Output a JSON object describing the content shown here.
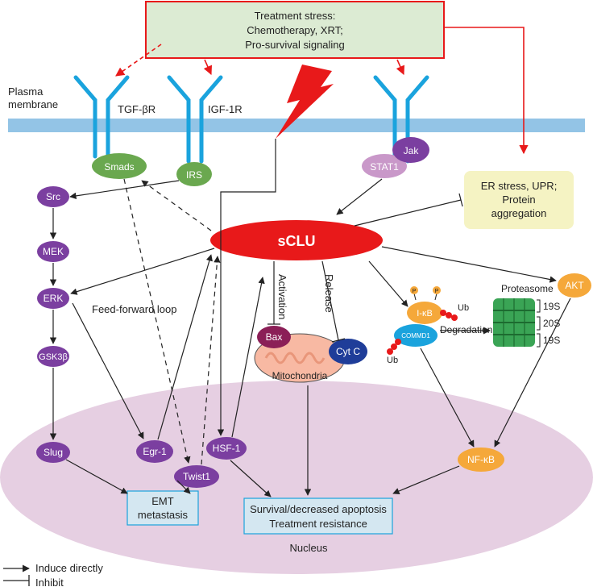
{
  "stress_box": {
    "line1": "Treatment stress:",
    "line2": "Chemotherapy, XRT;",
    "line3": "Pro-survival signaling"
  },
  "membrane": {
    "label_line1": "Plasma",
    "label_line2": "membrane"
  },
  "receptors": {
    "tgf": "TGF-βR",
    "igf": "IGF-1R"
  },
  "nodes": {
    "smads": "Smads",
    "irs": "IRS",
    "jak": "Jak",
    "stat1": "STAT1",
    "src": "Src",
    "mek": "MEK",
    "erk": "ERK",
    "gsk": "GSK3β",
    "slug": "Slug",
    "egr1": "Egr-1",
    "twist1": "Twist1",
    "hsf1": "HSF-1",
    "sclu": "sCLU",
    "bax": "Bax",
    "cytc": "Cyt C",
    "mito": "Mitochondria",
    "ikb": "I-κB",
    "commd1": "COMMD1",
    "nfkb": "NF-κB",
    "akt": "AKT",
    "p": "P"
  },
  "er_box": {
    "line1": "ER stress, UPR;",
    "line2": "Protein",
    "line3": "aggregation"
  },
  "labels": {
    "feed_forward": "Feed-forward loop",
    "activation": "Activation",
    "release": "Release",
    "ub": "Ub",
    "degradation": "Degradation",
    "proteasome": "Proteasome",
    "s19a": "19S",
    "s20": "20S",
    "s19b": "19S"
  },
  "emt_box": {
    "line1": "EMT",
    "line2": "metastasis"
  },
  "survival_box": {
    "line1": "Survival/decreased apoptosis",
    "line2": "Treatment resistance"
  },
  "nucleus": "Nucleus",
  "legend": {
    "induce": "Induce directly",
    "inhibit": "Inhibit"
  },
  "colors": {
    "purple": "#7b3fa0",
    "green": "#6aa84f",
    "red": "#e8191a",
    "orange": "#f5a83a",
    "membrane": "#93c4e6",
    "receptor": "#1aa3dd",
    "nucleus": "#e6cfe2",
    "green_box": "#dcebd3"
  }
}
